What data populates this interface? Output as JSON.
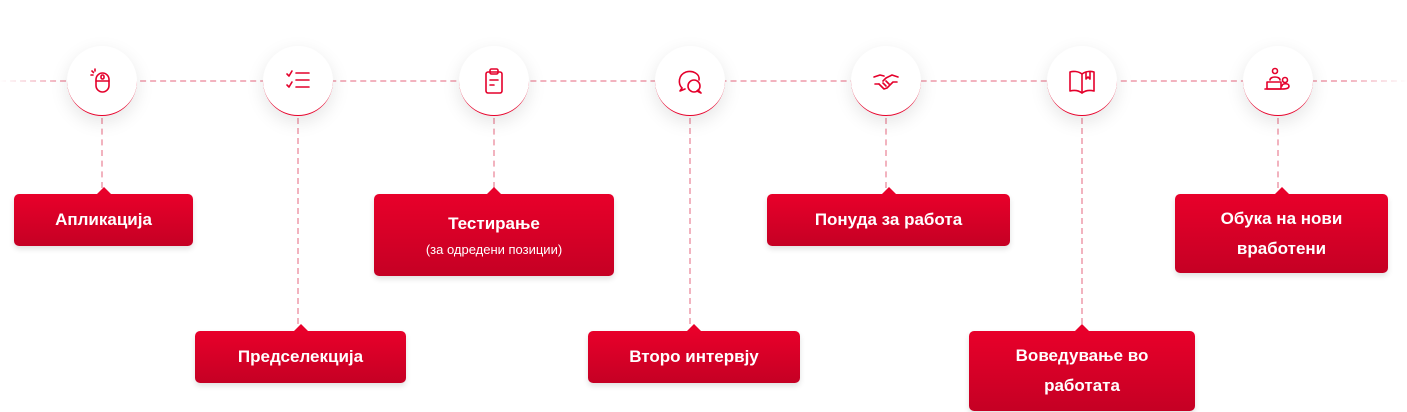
{
  "accent_color": "#e4002b",
  "steps": [
    {
      "label": "Апликација",
      "icon": "mouse-icon"
    },
    {
      "label": "Предселекција",
      "icon": "checklist-icon"
    },
    {
      "label": "Тестирање",
      "sublabel": "(за одредени позиции)",
      "icon": "clipboard-icon"
    },
    {
      "label": "Второ интервју",
      "icon": "chat-bubbles-icon"
    },
    {
      "label": "Понуда за работа",
      "icon": "handshake-icon"
    },
    {
      "label": "Воведување во работата",
      "icon": "book-icon"
    },
    {
      "label": "Обука на нови вработени",
      "icon": "person-laptop-icon"
    }
  ]
}
